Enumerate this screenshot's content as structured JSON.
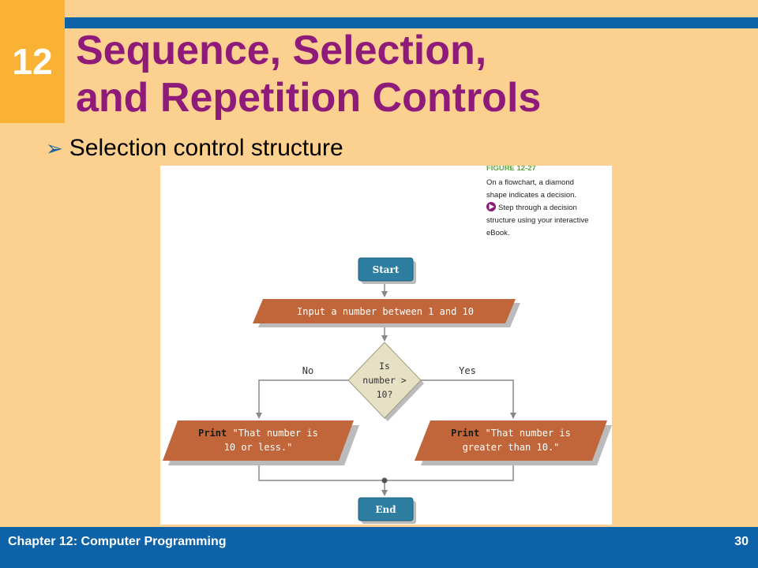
{
  "slide": {
    "chapter_number": "12",
    "title_line1": "Sequence, Selection,",
    "title_line2": "and Repetition Controls",
    "bullet": "Selection control structure"
  },
  "figure": {
    "label": "FIGURE 12-27",
    "caption_line1": "On a flowchart, a diamond",
    "caption_line2": "shape indicates a decision.",
    "caption_line3": "Step through a decision",
    "caption_line4": "structure using your interactive",
    "caption_line5": "eBook.",
    "flowchart": {
      "start": "Start",
      "input": "Input a number between 1 and 10",
      "decision_line1": "Is",
      "decision_line2": "number >",
      "decision_line3": "10?",
      "no_label": "No",
      "yes_label": "Yes",
      "left_print_keyword": "Print",
      "left_print_line1": "\"That number is",
      "left_print_line2": "10 or less.\"",
      "right_print_keyword": "Print",
      "right_print_line1": "\"That number is",
      "right_print_line2": "greater than 10.\"",
      "end": "End"
    }
  },
  "footer": {
    "chapter": "Chapter 12: Computer Programming",
    "page": "30"
  },
  "colors": {
    "background": "#fcd08f",
    "accent_blue": "#0d62a8",
    "chapter_box": "#f9b233",
    "title": "#8e1a7a",
    "terminal": "#2e7ea2",
    "io_box": "#c0663a",
    "decision": "#e6e1c4",
    "caption_label": "#5aa63a"
  }
}
